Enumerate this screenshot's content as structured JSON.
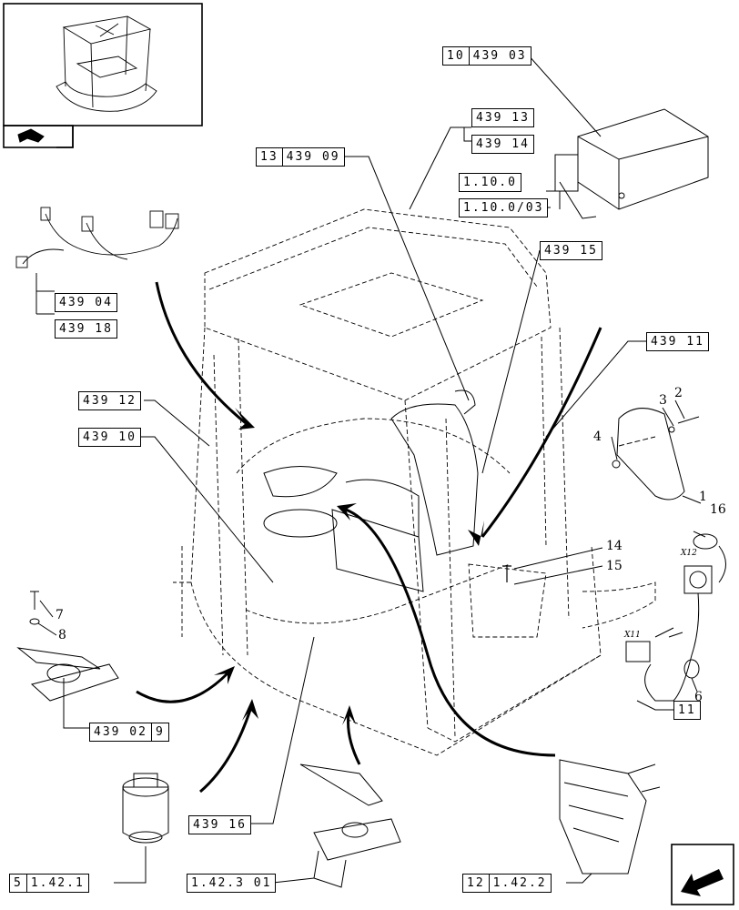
{
  "refs": {
    "r_10_439_03": [
      "10",
      "439 03"
    ],
    "r_439_13": [
      "439 13"
    ],
    "r_439_14": [
      "439 14"
    ],
    "r_1_10_0": [
      "1.10.0"
    ],
    "r_1_10_0_03": [
      "1.10.0/03"
    ],
    "r_13_439_09": [
      "13",
      "439 09"
    ],
    "r_439_15": [
      "439 15"
    ],
    "r_439_04": [
      "439 04"
    ],
    "r_439_18": [
      "439 18"
    ],
    "r_439_11": [
      "439 11"
    ],
    "r_439_12": [
      "439 12"
    ],
    "r_439_10": [
      "439 10"
    ],
    "r_439_02_9": [
      "439 02",
      "9"
    ],
    "r_439_16": [
      "439 16"
    ],
    "r_5_1_42_1": [
      "5",
      "1.42.1"
    ],
    "r_1_42_3_01": [
      "1.42.3 01"
    ],
    "r_12_1_42_2": [
      "12",
      "1.42.2"
    ],
    "r_11": [
      "11"
    ]
  },
  "numbers": {
    "n1": "1",
    "n2": "2",
    "n3": "3",
    "n4": "4",
    "n6": "6",
    "n7": "7",
    "n8": "8",
    "n14": "14",
    "n15": "15",
    "n16": "16"
  },
  "connector_labels": {
    "x11": "X11",
    "x12": "X12"
  },
  "icons": {
    "thumbnail": "machine-thumbnail-icon",
    "back": "back-arrow-icon",
    "next": "next-arrow-icon"
  }
}
